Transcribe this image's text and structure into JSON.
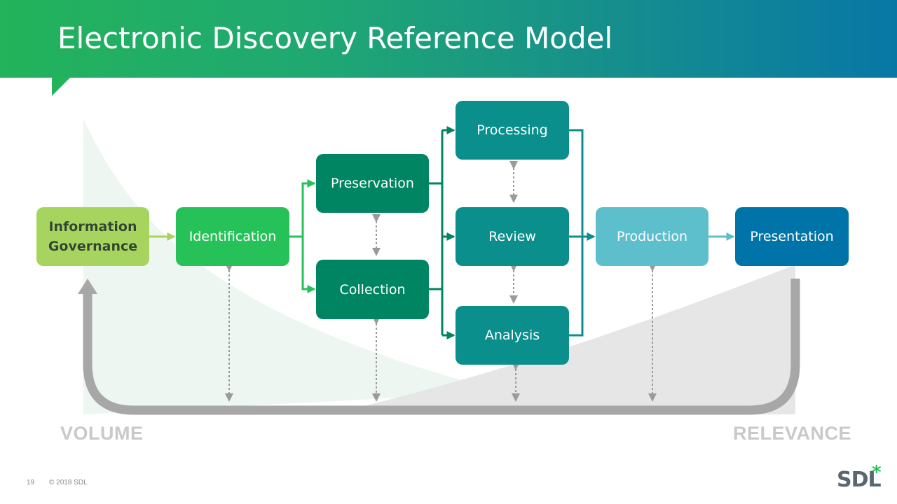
{
  "slide": {
    "title": "Electronic Discovery Reference Model",
    "page_number": "19",
    "copyright": "© 2018 SDL",
    "logo_text": "SDL",
    "logo_mark": "*"
  },
  "stages": {
    "information_governance": [
      "Information",
      "Governance"
    ],
    "identification": "Identification",
    "preservation": "Preservation",
    "collection": "Collection",
    "processing": "Processing",
    "review": "Review",
    "analysis": "Analysis",
    "production": "Production",
    "presentation": "Presentation"
  },
  "axis_labels": {
    "left": "VOLUME",
    "right": "RELEVANCE"
  },
  "colors": {
    "header_start": "#23b35a",
    "header_end": "#0877a6",
    "information_governance": "#a6d45e",
    "identification": "#27c159",
    "preservation_collection": "#008562",
    "processing_review_analysis": "#0a8f8d",
    "production": "#5dbfcb",
    "presentation": "#0074a8",
    "feedback_arrow": "#a7a7a7",
    "volume_area": "#edf6f0",
    "relevance_area": "#e6e6e6"
  }
}
